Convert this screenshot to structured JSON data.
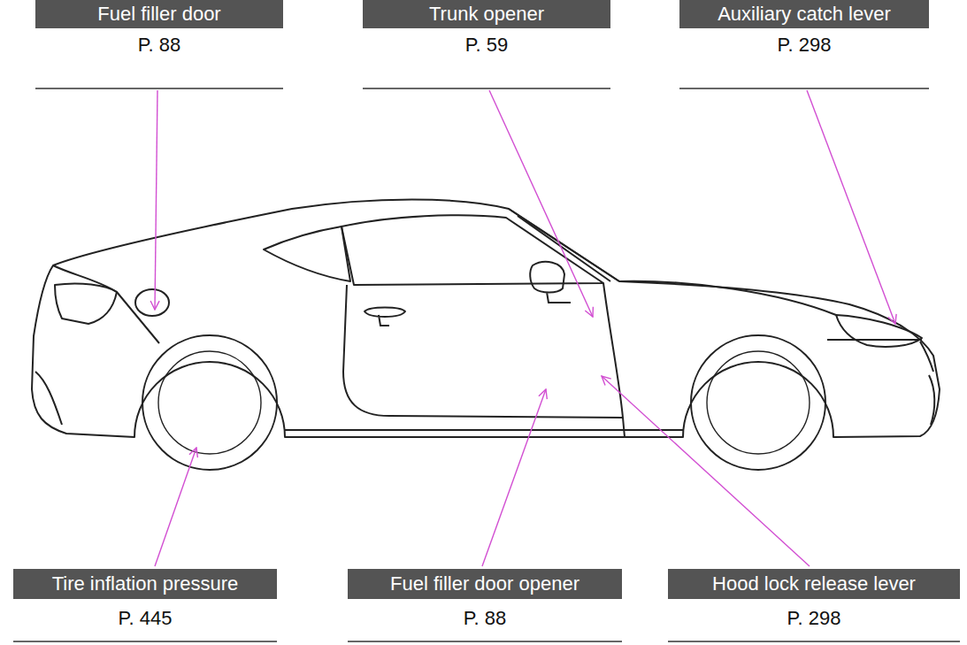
{
  "diagram": {
    "nodes": [
      {
        "text": [
          "Fuel filler door",
          "P. 88"
        ]
      },
      {
        "text": [
          "Trunk opener",
          "P. 59"
        ]
      },
      {
        "text": [
          "Auxiliary catch lever",
          "P. 298"
        ]
      },
      {
        "text": [
          "Tire inflation pressure",
          "P. 445"
        ]
      },
      {
        "text": [
          "Fuel filler door opener",
          "P. 88"
        ]
      },
      {
        "text": [
          "Hood lock release lever",
          "P. 298"
        ]
      }
    ]
  }
}
